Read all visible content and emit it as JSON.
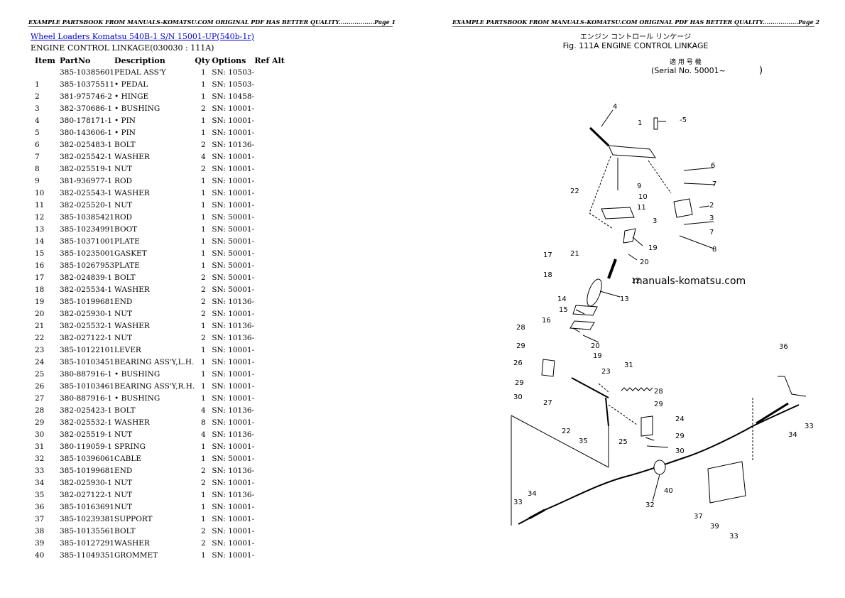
{
  "pages": [
    {
      "header": "EXAMPLE PARTSBOOK FROM MANUALS-KOMATSU.COM ORIGINAL PDF HAS BETTER QUALITY..................Page 1"
    },
    {
      "header": "EXAMPLE PARTSBOOK FROM MANUALS-KOMATSU.COM ORIGINAL PDF HAS BETTER QUALITY..................Page 2"
    }
  ],
  "link_text": "Wheel Loaders Komatsu 540B-1 S/N 15001-UP(540b-1r)",
  "subtitle": "ENGINE CONTROL LINKAGE(030030 : 111A)",
  "columns": [
    "Item",
    "PartNo",
    "Description",
    "Qty",
    "Options",
    "Ref Alt"
  ],
  "rows": [
    [
      "",
      "385-10385601",
      "PEDAL ASS'Y",
      "1",
      "SN: 10503-",
      ""
    ],
    [
      "1",
      "385-10375511",
      "• PEDAL",
      "1",
      "SN: 10503-",
      ""
    ],
    [
      "2",
      "381-975746-2",
      "• HINGE",
      "1",
      "SN: 10458-",
      ""
    ],
    [
      "3",
      "382-370686-1",
      "• BUSHING",
      "2",
      "SN: 10001-",
      ""
    ],
    [
      "4",
      "380-178171-1",
      "• PIN",
      "1",
      "SN: 10001-",
      ""
    ],
    [
      "5",
      "380-143606-1",
      "• PIN",
      "1",
      "SN: 10001-",
      ""
    ],
    [
      "6",
      "382-025483-1",
      "BOLT",
      "2",
      "SN: 10136-",
      ""
    ],
    [
      "7",
      "382-025542-1",
      "WASHER",
      "4",
      "SN: 10001-",
      ""
    ],
    [
      "8",
      "382-025519-1",
      "NUT",
      "2",
      "SN: 10001-",
      ""
    ],
    [
      "9",
      "381-936977-1",
      "ROD",
      "1",
      "SN: 10001-",
      ""
    ],
    [
      "10",
      "382-025543-1",
      "WASHER",
      "1",
      "SN: 10001-",
      ""
    ],
    [
      "11",
      "382-025520-1",
      "NUT",
      "1",
      "SN: 10001-",
      ""
    ],
    [
      "12",
      "385-10385421",
      "ROD",
      "1",
      "SN: 50001-",
      ""
    ],
    [
      "13",
      "385-10234991",
      "BOOT",
      "1",
      "SN: 50001-",
      ""
    ],
    [
      "14",
      "385-10371001",
      "PLATE",
      "1",
      "SN: 50001-",
      ""
    ],
    [
      "15",
      "385-10235001",
      "GASKET",
      "1",
      "SN: 50001-",
      ""
    ],
    [
      "16",
      "385-10267953",
      "PLATE",
      "1",
      "SN: 50001-",
      ""
    ],
    [
      "17",
      "382-024839-1",
      "BOLT",
      "2",
      "SN: 50001-",
      ""
    ],
    [
      "18",
      "382-025534-1",
      "WASHER",
      "2",
      "SN: 50001-",
      ""
    ],
    [
      "19",
      "385-10199681",
      "END",
      "2",
      "SN: 10136-",
      ""
    ],
    [
      "20",
      "382-025930-1",
      "NUT",
      "2",
      "SN: 10001-",
      ""
    ],
    [
      "21",
      "382-025532-1",
      "WASHER",
      "1",
      "SN: 10136-",
      ""
    ],
    [
      "22",
      "382-027122-1",
      "NUT",
      "2",
      "SN: 10136-",
      ""
    ],
    [
      "23",
      "385-10122101",
      "LEVER",
      "1",
      "SN: 10001-",
      ""
    ],
    [
      "24",
      "385-10103451",
      "BEARING ASS'Y,L.H.",
      "1",
      "SN: 10001-",
      ""
    ],
    [
      "25",
      "380-887916-1",
      "• BUSHING",
      "1",
      "SN: 10001-",
      ""
    ],
    [
      "26",
      "385-10103461",
      "BEARING ASS'Y,R.H.",
      "1",
      "SN: 10001-",
      ""
    ],
    [
      "27",
      "380-887916-1",
      "• BUSHING",
      "1",
      "SN: 10001-",
      ""
    ],
    [
      "28",
      "382-025423-1",
      "BOLT",
      "4",
      "SN: 10136-",
      ""
    ],
    [
      "29",
      "382-025532-1",
      "WASHER",
      "8",
      "SN: 10001-",
      ""
    ],
    [
      "30",
      "382-025519-1",
      "NUT",
      "4",
      "SN: 10136-",
      ""
    ],
    [
      "31",
      "380-119059-1",
      "SPRING",
      "1",
      "SN: 10001-",
      ""
    ],
    [
      "32",
      "385-10396061",
      "CABLE",
      "1",
      "SN: 50001-",
      ""
    ],
    [
      "33",
      "385-10199681",
      "END",
      "2",
      "SN: 10136-",
      ""
    ],
    [
      "34",
      "382-025930-1",
      "NUT",
      "2",
      "SN: 10001-",
      ""
    ],
    [
      "35",
      "382-027122-1",
      "NUT",
      "1",
      "SN: 10136-",
      ""
    ],
    [
      "36",
      "385-10163691",
      "NUT",
      "1",
      "SN: 10001-",
      ""
    ],
    [
      "37",
      "385-10239381",
      "SUPPORT",
      "1",
      "SN: 10001-",
      ""
    ],
    [
      "38",
      "385-10135561",
      "BOLT",
      "2",
      "SN: 10001-",
      ""
    ],
    [
      "39",
      "385-10127291",
      "WASHER",
      "2",
      "SN: 10001-",
      ""
    ],
    [
      "40",
      "385-11049351",
      "GROMMET",
      "1",
      "SN: 10001-",
      ""
    ]
  ],
  "diagram": {
    "jp_title": "エンジン コントロール リンケージ",
    "fig_title": "Fig. 111A ENGINE CONTROL LINKAGE",
    "jp_serial": "適 用 号 機",
    "serial": "(Serial No. 50001~",
    "serial_close": ")",
    "watermark": "manuals-komatsu.com",
    "callouts": [
      "4",
      "1",
      "-5",
      "6",
      "7",
      "22",
      "9",
      "10",
      "11",
      "2",
      "3",
      "3",
      "7",
      "8",
      "21",
      "19",
      "20",
      "17",
      "18",
      "12",
      "13",
      "14",
      "15",
      "16",
      "20",
      "28",
      "19",
      "29",
      "26",
      "23",
      "31",
      "29",
      "27",
      "30",
      "22",
      "35",
      "25",
      "28",
      "29",
      "24",
      "29",
      "30",
      "36",
      "34",
      "33",
      "40",
      "32",
      "34",
      "33",
      "37",
      "39",
      "33"
    ]
  }
}
